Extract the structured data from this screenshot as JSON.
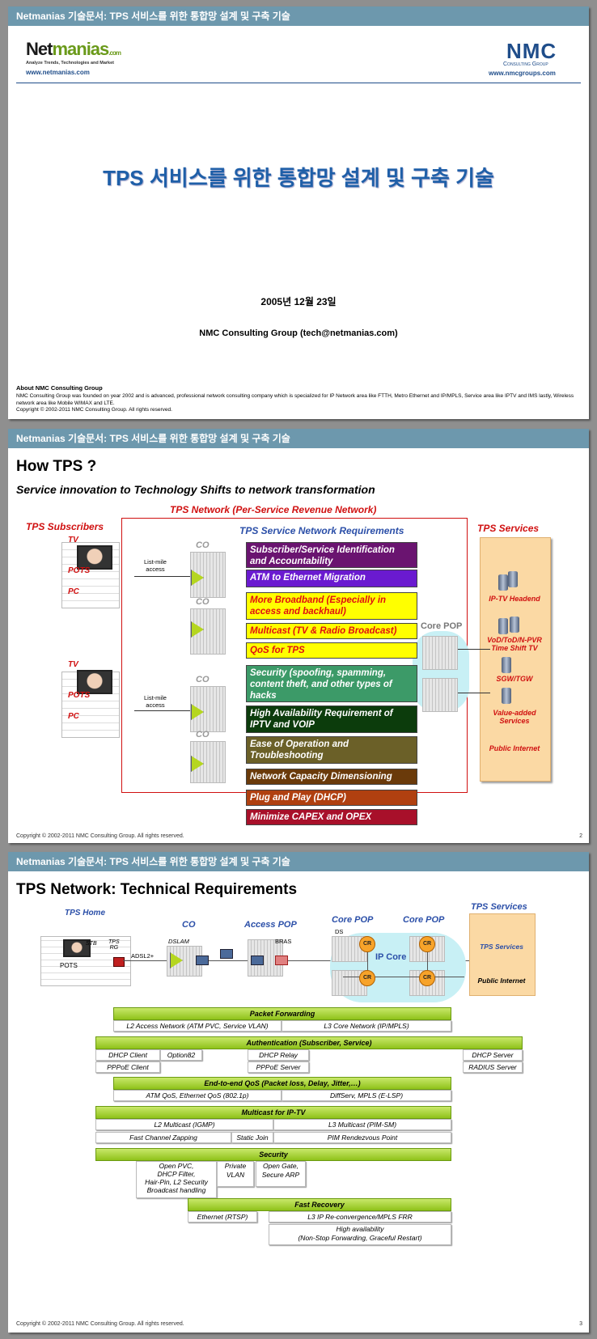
{
  "header_text": "Netmanias 기술문서: TPS 서비스를 위한 통합망 설계 및 구축 기술",
  "copyright": "Copyright © 2002-2011 NMC Consulting Group. All rights reserved.",
  "slide1": {
    "logo_left": {
      "name_a": "Net",
      "name_b": "manias",
      "suffix": ".com",
      "tagline": "Analyze Trends, Technologies and Market",
      "url": "www.netmanias.com"
    },
    "logo_right": {
      "name": "NMC",
      "sub": "Consulting Group",
      "url": "www.nmcgroups.com"
    },
    "title": "TPS 서비스를 위한 통합망 설계 및 구축 기술",
    "date": "2005년 12월 23일",
    "org": "NMC Consulting Group (tech@netmanias.com)",
    "about_title": "About NMC Consulting Group",
    "about_text": "NMC Consulting Group was founded on year 2002 and is advanced, professional network consulting company which is specialized for IP Network area like FTTH, Metro Ethernet and IP/MPLS, Service area like IPTV and IMS lastly, Wireless network area like Mobile WIMAX and LTE.",
    "about_copyright": "Copyright © 2002-2011 NMC Consulting Group. All rights reserved."
  },
  "slide2": {
    "title": "How TPS ?",
    "subtitle": "Service innovation to Technology Shifts to network transformation",
    "network_label": "TPS Network (Per-Service Revenue Network)",
    "subscribers_label": "TPS Subscribers",
    "services_label": "TPS Services",
    "req_title": "TPS Service Network Requirements",
    "tv": "TV",
    "pots": "POTS",
    "pc": "PC",
    "last_mile": "List-mile\naccess",
    "co": "CO",
    "core_pop": "Core POP",
    "requirements": [
      {
        "text": "Subscriber/Service Identification and Accountability",
        "color": "#6a1470",
        "fg": "#ffffff"
      },
      {
        "text": "ATM to Ethernet Migration",
        "color": "#6a1ad0",
        "fg": "#ffffff"
      },
      {
        "text": "More Broadband (Especially in access and backhaul)",
        "color": "#ffff00",
        "fg": "#e01010"
      },
      {
        "text": "Multicast (TV & Radio Broadcast)",
        "color": "#ffff00",
        "fg": "#e01010"
      },
      {
        "text": "QoS for TPS",
        "color": "#ffff00",
        "fg": "#e01010"
      },
      {
        "text": "Security (spoofing, spamming, content theft, and other types of hacks",
        "color": "#3c9a68",
        "fg": "#ffffff"
      },
      {
        "text": "High Availability Requirement of IPTV and VOIP",
        "color": "#0c3c0c",
        "fg": "#ffffff"
      },
      {
        "text": "Ease of Operation and Troubleshooting",
        "color": "#6b6028",
        "fg": "#ffffff"
      },
      {
        "text": "Network Capacity Dimensioning",
        "color": "#6a3a0a",
        "fg": "#ffffff"
      },
      {
        "text": "Plug and Play (DHCP)",
        "color": "#b04010",
        "fg": "#ffffff"
      },
      {
        "text": "Minimize CAPEX and OPEX",
        "color": "#a8102a",
        "fg": "#ffffff"
      }
    ],
    "services": [
      "IP-TV Headend",
      "VoD/ToD/N-PVR Time Shift TV",
      "SGW/TGW",
      "Value-added Services",
      "Public Internet"
    ],
    "page": "2"
  },
  "slide3": {
    "title": "TPS Network: Technical Requirements",
    "tps_home": "TPS Home",
    "co": "CO",
    "access_pop": "Access POP",
    "core_pop": "Core POP",
    "tps_services_title": "TPS Services",
    "stb": "STB",
    "tps_rg": "TPS\nRG",
    "pots": "POTS",
    "adsl": "ADSL2+",
    "dslam": "DSLAM",
    "bras": "BRAS",
    "ds": "DS",
    "ip_core": "IP Core",
    "cr": "CR",
    "svc_tps": "TPS Services",
    "svc_internet": "Public Internet",
    "sections": {
      "pf": "Packet Forwarding",
      "pf_a": "L2 Access Network (ATM PVC, Service VLAN)",
      "pf_b": "L3 Core Network (IP/MPLS)",
      "auth": "Authentication (Subscriber, Service)",
      "dhcp_client": "DHCP Client",
      "option82": "Option82",
      "dhcp_relay": "DHCP Relay",
      "dhcp_server": "DHCP Server",
      "pppoe_client": "PPPoE Client",
      "pppoe_server": "PPPoE Server",
      "radius_server": "RADIUS Server",
      "qos": "End-to-end QoS (Packet loss, Delay, Jitter,…)",
      "qos_a": "ATM QoS, Ethernet QoS (802.1p)",
      "qos_b": "DiffServ, MPLS (E-LSP)",
      "mc": "Multicast for IP-TV",
      "mc_a": "L2 Multicast (IGMP)",
      "mc_b": "L3 Multicast (PIM-SM)",
      "mc_c": "Fast Channel Zapping",
      "mc_d": "Static Join",
      "mc_e": "PIM Rendezvous Point",
      "sec": "Security",
      "sec_a": "Open PVC,\nDHCP Filter,\nHair-Pin, L2 Security\nBroadcast handling",
      "sec_b": "Private\nVLAN",
      "sec_c": "Open Gate,\nSecure ARP",
      "fr": "Fast Recovery",
      "fr_a": "Ethernet (RTSP)",
      "fr_b": "L3 IP Re-convergence/MPLS FRR",
      "fr_c": "High availability\n(Non-Stop Forwarding, Graceful Restart)"
    },
    "page": "3"
  }
}
